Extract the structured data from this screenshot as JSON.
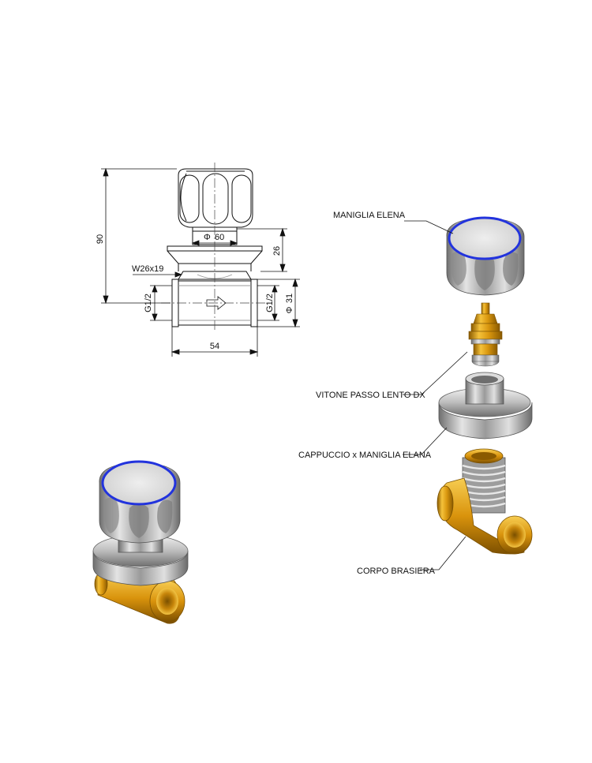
{
  "drawing": {
    "dimensions": {
      "overall_height": "90",
      "cap_diameter_prefix": "Φ",
      "cap_diameter": "60",
      "cap_height": "26",
      "thread": "W26x19",
      "port_left": "G1/2",
      "port_right": "G1/2",
      "body_diameter_prefix": "Φ",
      "body_diameter": "31",
      "body_length": "54"
    }
  },
  "callouts": [
    {
      "label": "MANIGLIA ELENA"
    },
    {
      "label": "VITONE PASSO LENTO DX"
    },
    {
      "label": "CAPPUCCIO x MANIGLIA ELANA"
    },
    {
      "label": "CORPO BRASIERA"
    }
  ],
  "colors": {
    "brass": "#e2a21a",
    "brass_dark": "#9a6a08",
    "chrome": "#c9c9c9",
    "chrome_dark": "#707070",
    "accent_ring": "#2233dd",
    "line": "#111111"
  }
}
